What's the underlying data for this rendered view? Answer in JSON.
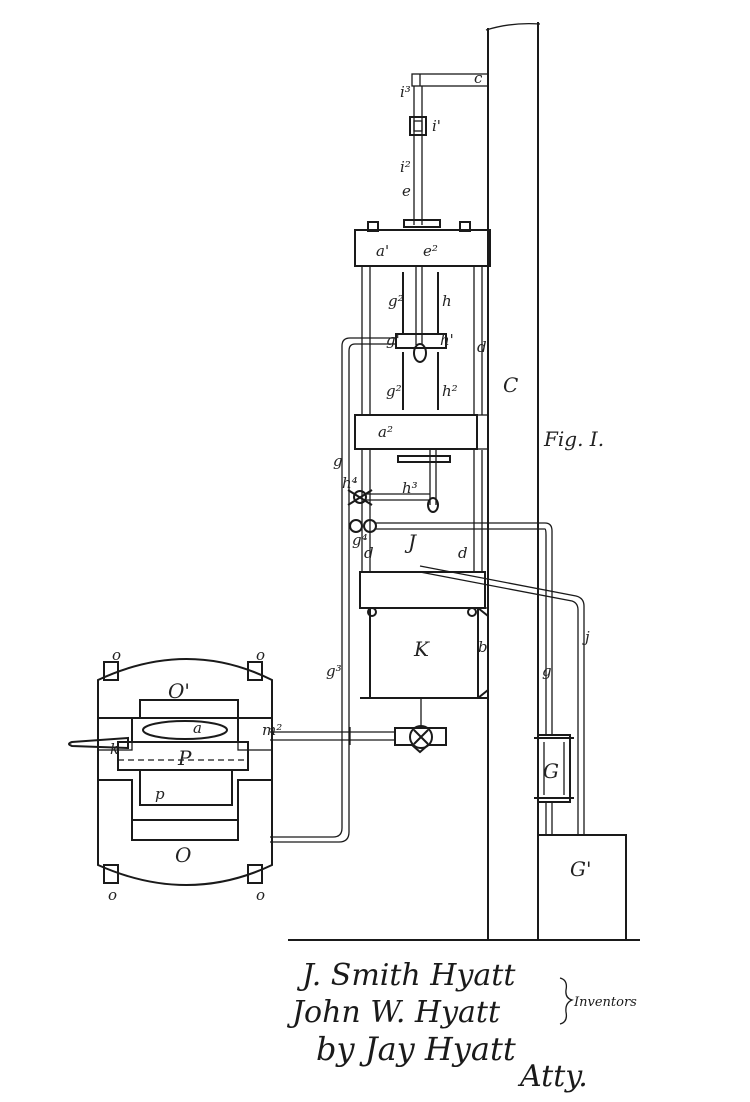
{
  "labels": {
    "c": "c",
    "i3": "i³",
    "i1": "i'",
    "i2": "i²",
    "e": "e",
    "a1": "a'",
    "e2": "e²",
    "g2": "g²",
    "h": "h",
    "g1": "g'",
    "h1": "h'",
    "d_top": "d",
    "g2b": "g²",
    "h2": "h²",
    "C": "C",
    "a2": "a²",
    "fig": "Fig. I.",
    "g_left": "g",
    "h4": "h⁴",
    "h3": "h³",
    "g4": "g⁴",
    "J": "J",
    "d_left": "d",
    "d_right": "d",
    "K": "K",
    "b": "b",
    "j": "j",
    "g3": "g³",
    "g_right": "g",
    "G": "G",
    "G1": "G'",
    "o_tl": "o",
    "o_tr": "o",
    "O1": "O'",
    "a": "a",
    "m2": "m²",
    "k": "k",
    "P": "P",
    "p": "p",
    "O": "O",
    "o_bl": "o",
    "o_br": "o"
  },
  "signature": {
    "line1": "J. Smith Hyatt",
    "line2": "John W. Hyatt",
    "inventors": "Inventors",
    "line3": "by Jay Hyatt",
    "atty": "Atty."
  }
}
